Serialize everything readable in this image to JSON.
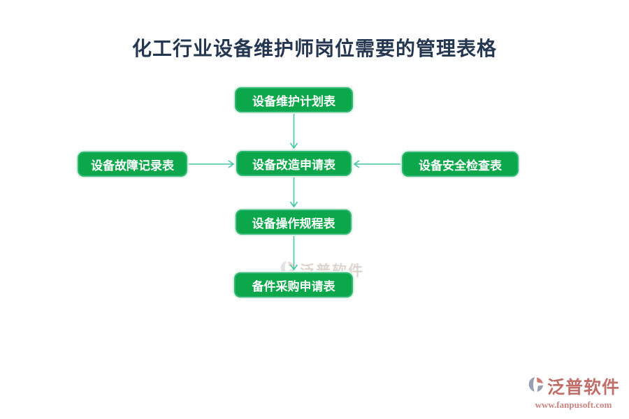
{
  "title": "化工行业设备维护师岗位需要的管理表格",
  "chart_data": {
    "type": "flowchart",
    "nodes": [
      {
        "id": "maintenance-plan",
        "label": "设备维护计划表"
      },
      {
        "id": "fault-record",
        "label": "设备故障记录表"
      },
      {
        "id": "modification-request",
        "label": "设备改造申请表"
      },
      {
        "id": "safety-inspection",
        "label": "设备安全检查表"
      },
      {
        "id": "operating-procedures",
        "label": "设备操作规程表"
      },
      {
        "id": "spare-parts-purchase",
        "label": "备件采购申请表"
      }
    ],
    "edges": [
      {
        "from": "maintenance-plan",
        "to": "modification-request"
      },
      {
        "from": "fault-record",
        "to": "modification-request"
      },
      {
        "from": "safety-inspection",
        "to": "modification-request"
      },
      {
        "from": "modification-request",
        "to": "operating-procedures"
      },
      {
        "from": "operating-procedures",
        "to": "spare-parts-purchase"
      }
    ]
  },
  "watermark": {
    "text": "泛普软件"
  },
  "brand": {
    "name": "泛普软件",
    "url": "www.fanpusoft.com"
  },
  "colors": {
    "title_text": "#253750",
    "node_fill": "#0ca74a",
    "node_border": "#2fb573",
    "node_halo": "#d8f0e2",
    "node_text": "#ffffff",
    "arrow": "#45c5a1",
    "brand_red": "#c06e69",
    "brand_gray": "#98a0b3",
    "watermark_gray": "#d6cec7"
  }
}
